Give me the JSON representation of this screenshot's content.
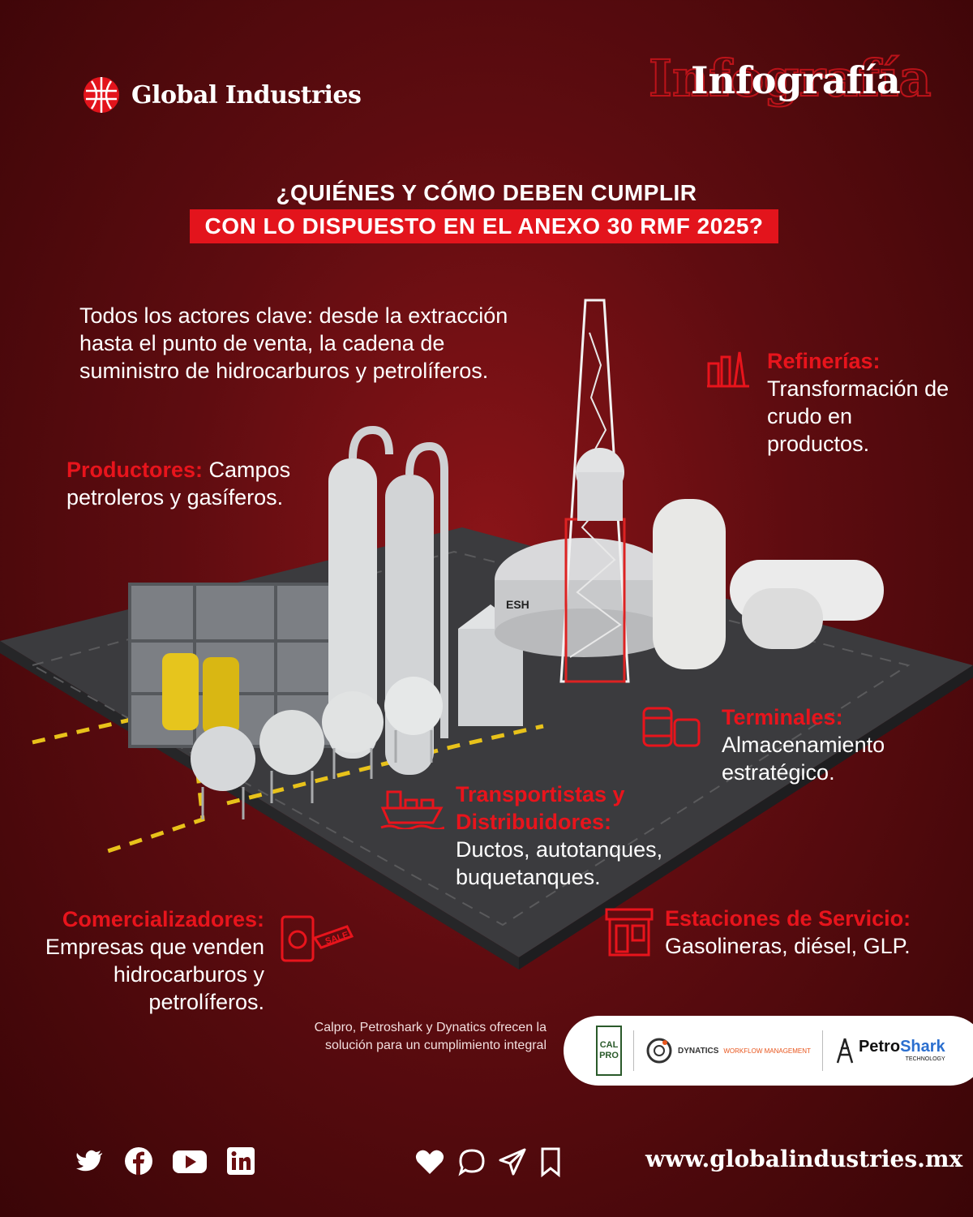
{
  "brand": {
    "name": "Global Industries",
    "tag": "Infografía"
  },
  "title": {
    "line1": "¿QUIÉNES Y CÓMO DEBEN CUMPLIR",
    "line2": "CON LO DISPUESTO EN EL ANEXO 30 RMF 2025?"
  },
  "lead": "Todos los actores clave: desde la extracción hasta el punto de venta, la cadena de suministro de hidrocarburos y petrolíferos.",
  "sections": {
    "productores": {
      "head": "Productores:",
      "text": "Campos petroleros y gasíferos."
    },
    "refinerias": {
      "head": "Refinerías:",
      "text": "Transformación de crudo en productos."
    },
    "terminales": {
      "head": "Terminales:",
      "text": "Almacenamiento estratégico."
    },
    "transportistas": {
      "head": "Transportistas y Distribuidores:",
      "text": "Ductos, autotanques, buquetanques."
    },
    "comercializadores": {
      "head": "Comercializadores:",
      "text": "Empresas que venden hidrocarburos y petrolíferos."
    },
    "estaciones": {
      "head": "Estaciones de Servicio:",
      "text": "Gasolineras, diésel, GLP."
    }
  },
  "solution": "Calpro, Petroshark y Dynatics ofrecen la solución para un cumplimiento integral",
  "logos": {
    "calpro": "CAL PRO",
    "dynatics": "DYNATICS",
    "dynatics_sub": "WORKFLOW MANAGEMENT",
    "petroshark_a": "Petro",
    "petroshark_b": "Shark",
    "petroshark_sub": "TECHNOLOGY"
  },
  "sale_badge": "SALE",
  "tank_label": "ESH",
  "url": "www.globalindustries.mx",
  "colors": {
    "accent": "#e3141c",
    "background": "#5e0c10"
  },
  "icons": [
    "twitter-icon",
    "facebook-icon",
    "youtube-icon",
    "linkedin-icon",
    "heart-icon",
    "comment-icon",
    "send-icon",
    "bookmark-icon"
  ]
}
